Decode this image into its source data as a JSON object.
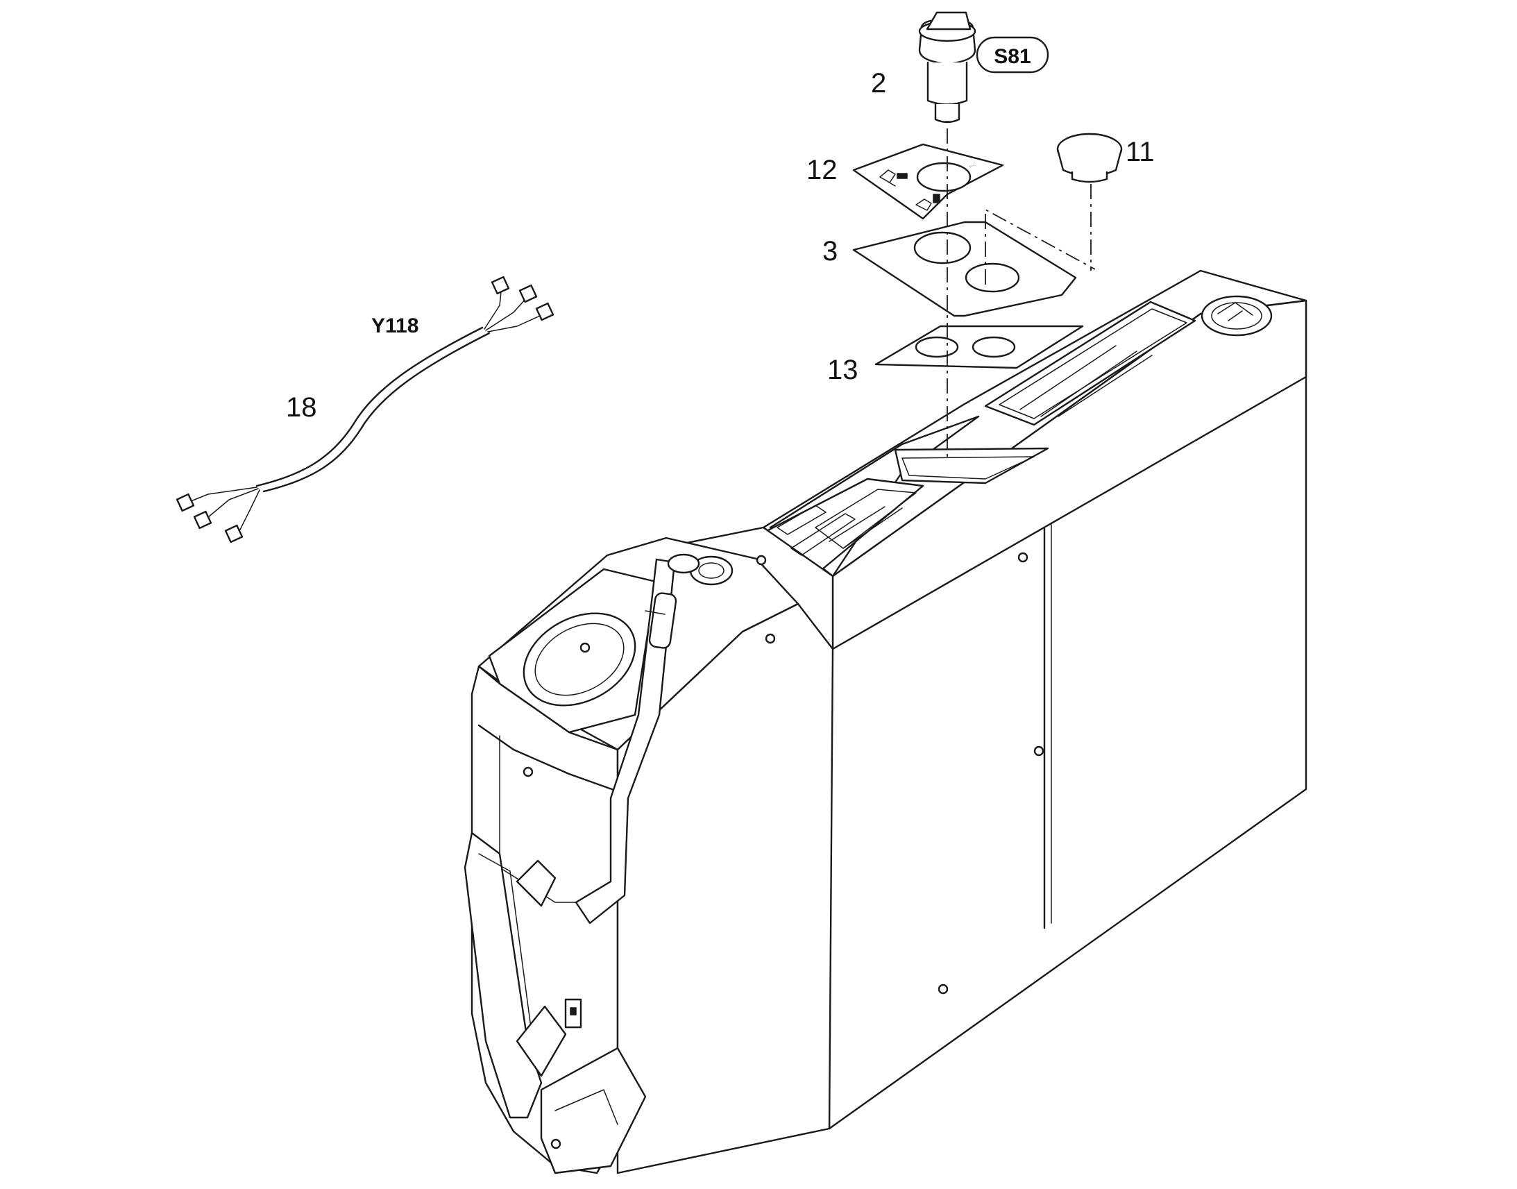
{
  "callouts": {
    "part_2": "2",
    "part_3": "3",
    "part_11": "11",
    "part_12": "12",
    "part_13": "13",
    "part_18": "18"
  },
  "references": {
    "switch_ref": "S81",
    "harness_ref": "Y118"
  }
}
